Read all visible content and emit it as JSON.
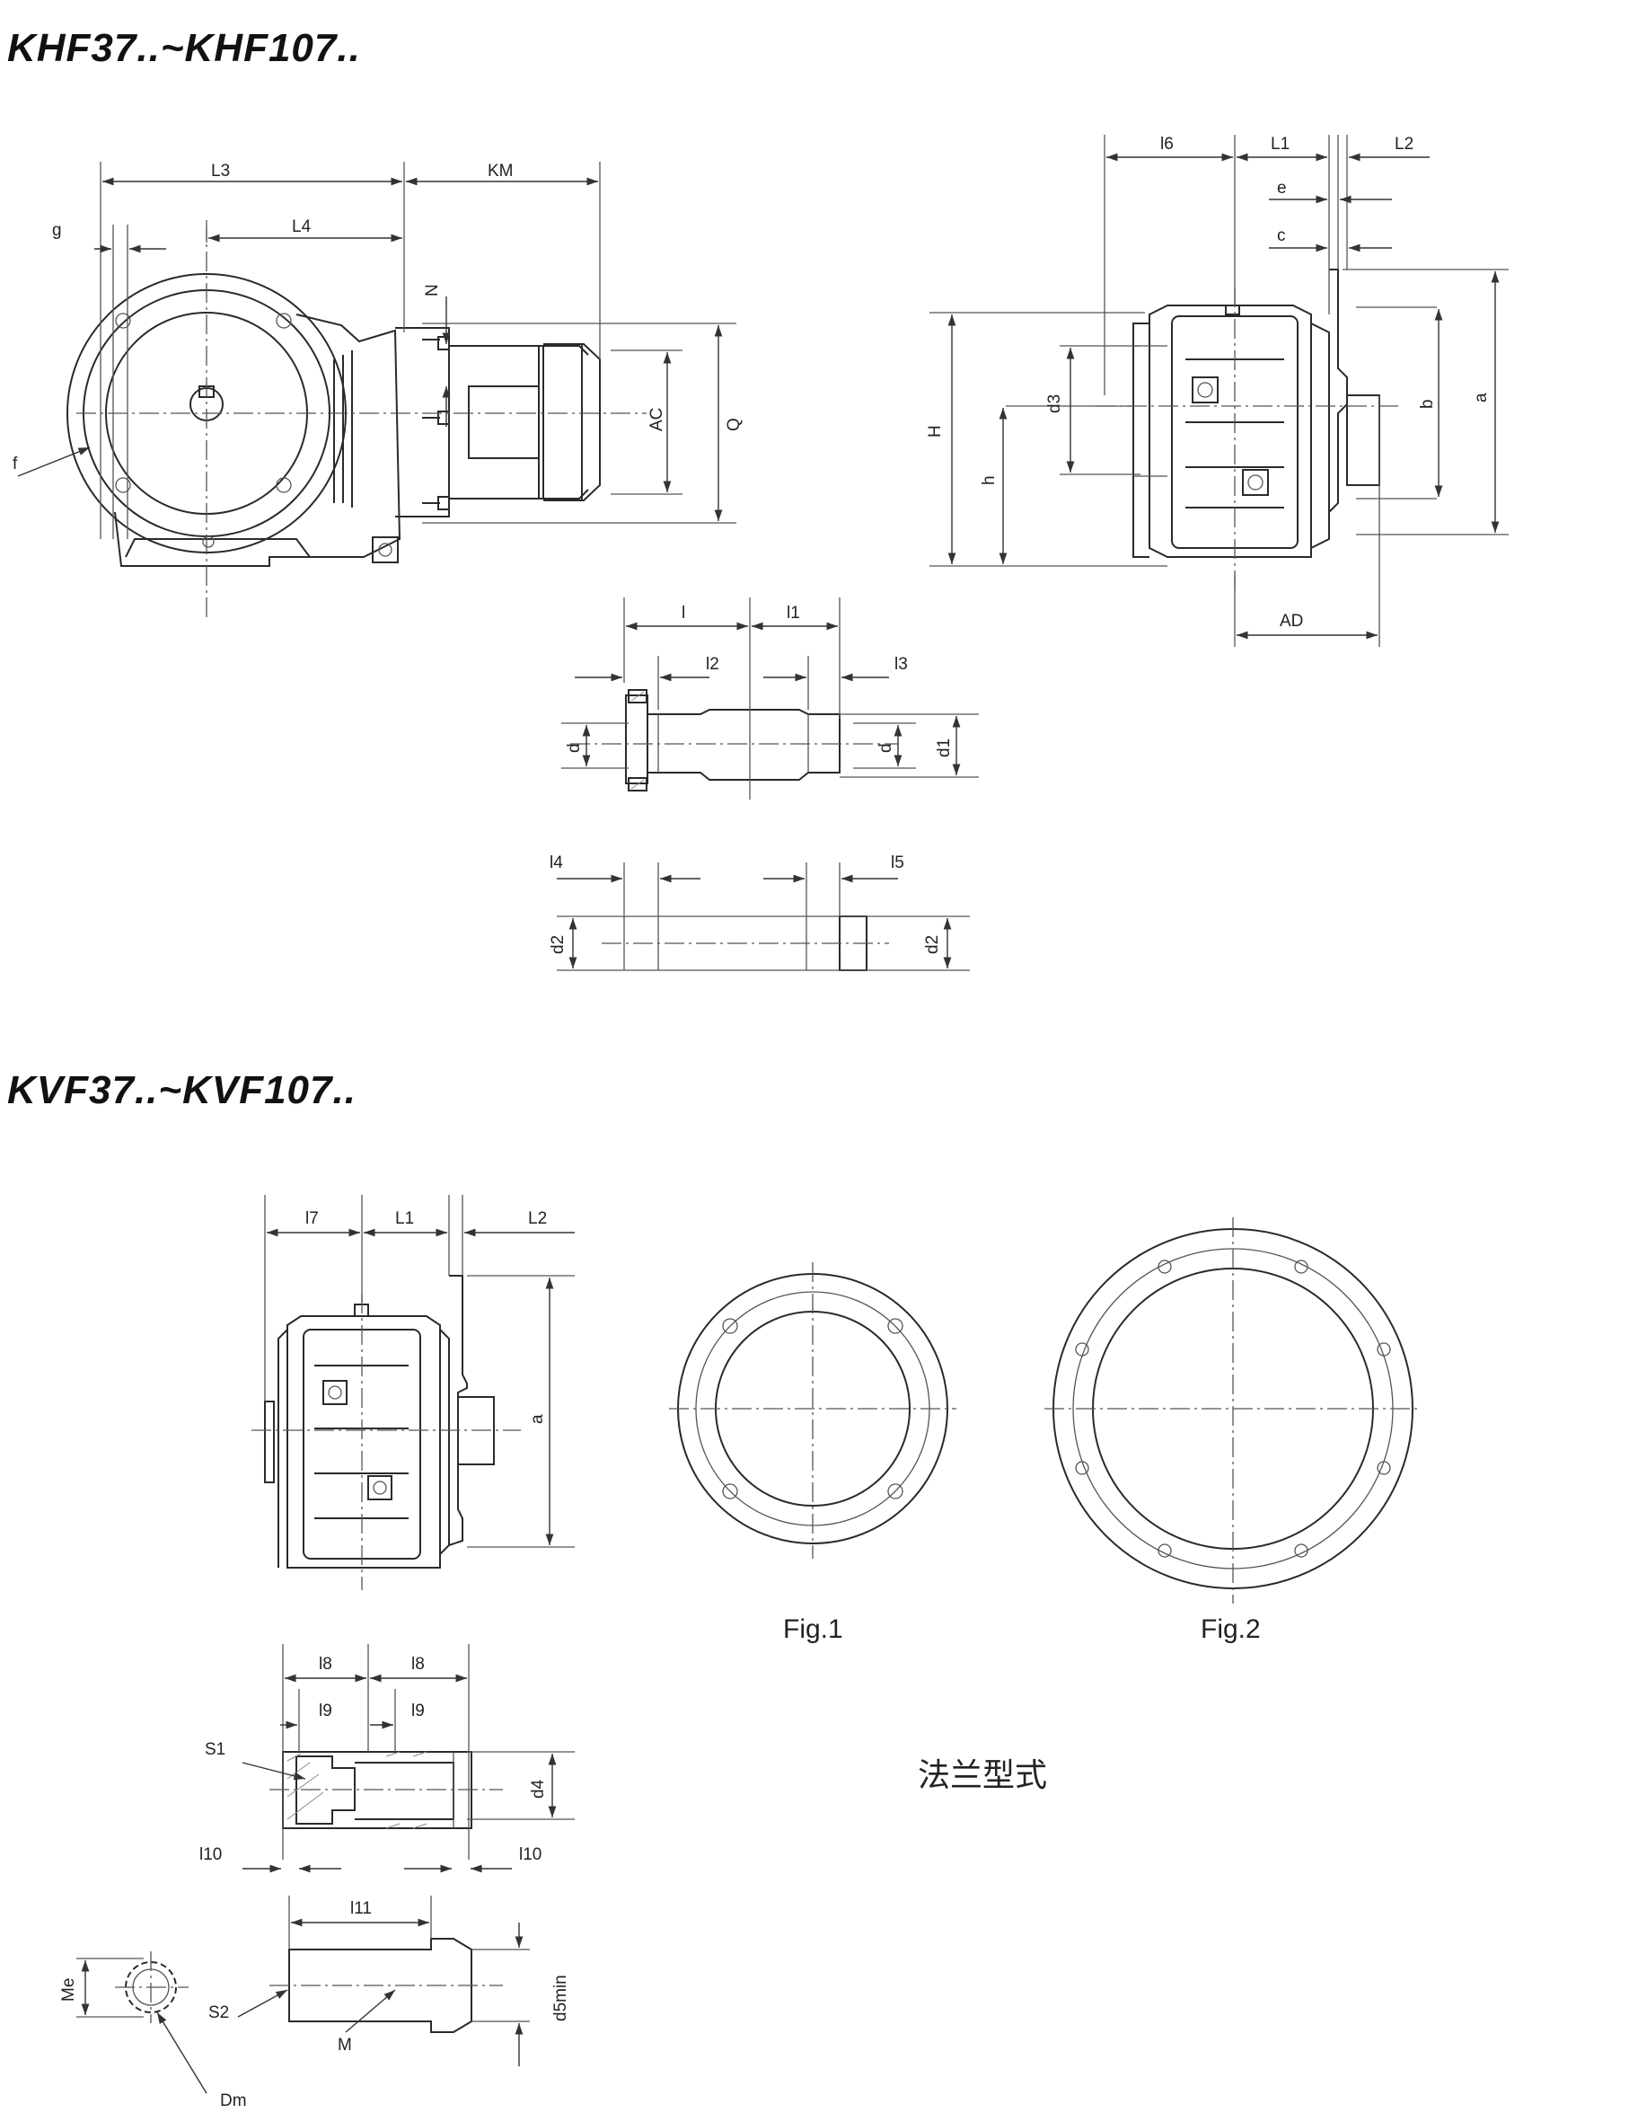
{
  "section_khf": {
    "title": "KHF37..~KHF107.."
  },
  "section_kvf": {
    "title": "KVF37..~KVF107.."
  },
  "khf_front_labels": {
    "L3": "L3",
    "KM": "KM",
    "g": "g",
    "L4": "L4",
    "N": "N",
    "f": "f",
    "AC": "AC",
    "Q": "Q"
  },
  "khf_side_labels": {
    "l6": "l6",
    "L1": "L1",
    "L2": "L2",
    "e": "e",
    "c": "c",
    "d3": "d3",
    "b": "b",
    "a": "a",
    "H": "H",
    "h": "h",
    "AD": "AD"
  },
  "shaft_labels": {
    "l": "l",
    "l1": "l1",
    "l2": "l2",
    "l3": "l3",
    "d_left": "d",
    "d_right": "d",
    "d1": "d1",
    "l4": "l4",
    "l5": "l5",
    "d2_left": "d2",
    "d2_right": "d2"
  },
  "kvf_side_labels": {
    "l7": "l7",
    "L1": "L1",
    "L2": "L2",
    "a": "a"
  },
  "figures": {
    "fig1": "Fig.1",
    "fig2": "Fig.2",
    "flange_caption": "法兰型式"
  },
  "splined_labels": {
    "l8_left": "l8",
    "l8_right": "l8",
    "l9_left": "l9",
    "l9_right": "l9",
    "S1": "S1",
    "d4": "d4",
    "l10_left": "l10",
    "l10_right": "l10"
  },
  "spline_shaft_labels": {
    "l11": "l11",
    "Me": "Me",
    "S2": "S2",
    "d5min": "d5min",
    "M": "M",
    "Dm": "Dm"
  }
}
